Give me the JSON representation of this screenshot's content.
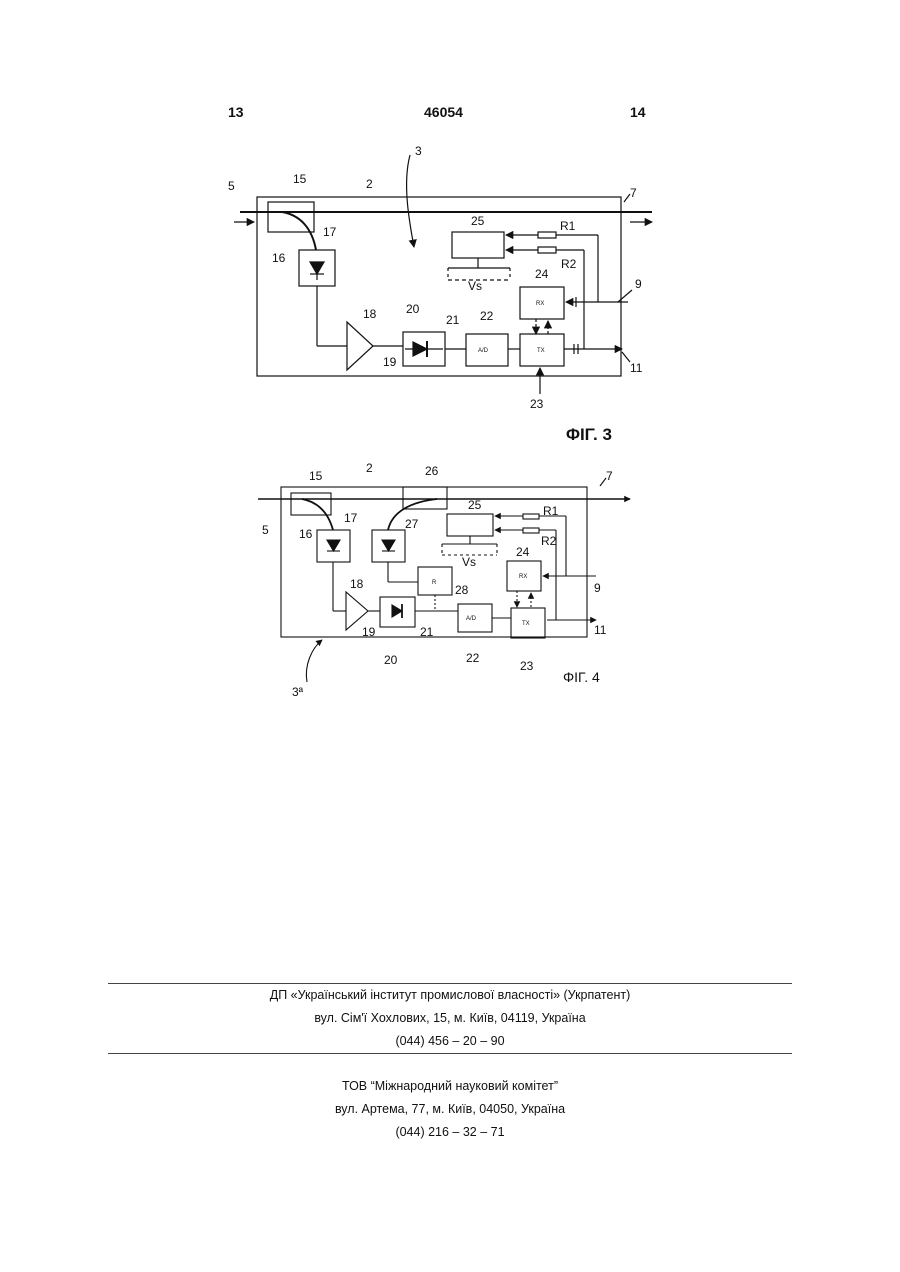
{
  "header": {
    "page_left": "13",
    "patent_number": "46054",
    "page_right": "14"
  },
  "figure3": {
    "caption": "ΦΙΓ.   3",
    "labels": {
      "l3": "3",
      "l5": "5",
      "l15": "15",
      "l2": "2",
      "l7": "7",
      "l16": "16",
      "l17": "17",
      "l25": "25",
      "lR1": "R1",
      "lR2": "R2",
      "lVs": "Vs",
      "l24": "24",
      "l9": "9",
      "l18": "18",
      "l20": "20",
      "l21": "21",
      "l22": "22",
      "l19": "19",
      "l11": "11",
      "l23": "23"
    },
    "block_text": {
      "rx": "RX",
      "ad": "A/D",
      "tx": "TX"
    }
  },
  "figure4": {
    "caption": "ΦΙΓ.   4",
    "labels": {
      "l15": "15",
      "l2": "2",
      "l26": "26",
      "l7": "7",
      "l5": "5",
      "l16": "16",
      "l17": "17",
      "l27": "27",
      "l25": "25",
      "lR1": "R1",
      "lR2": "R2",
      "lVs": "Vs",
      "l24": "24",
      "l9": "9",
      "l18": "18",
      "l28": "28",
      "l19": "19",
      "l21": "21",
      "l20": "20",
      "l22": "22",
      "l23": "23",
      "l11": "11",
      "l3a": "3ª"
    },
    "block_text": {
      "r": "R",
      "rx": "RX",
      "ad": "A/D",
      "tx": "TX"
    }
  },
  "imprint": {
    "org1_name": "ДП «Український інститут промислової власності» (Укрпатент)",
    "org1_address": "вул. Сім'ї Хохлових, 15, м. Київ, 04119, Україна",
    "org1_phone": "(044) 456 – 20 – 90",
    "org2_name": "ТОВ “Міжнародний науковий комітет”",
    "org2_address": "вул. Артема, 77, м. Київ, 04050, Україна",
    "org2_phone": "(044) 216 – 32 – 71"
  }
}
